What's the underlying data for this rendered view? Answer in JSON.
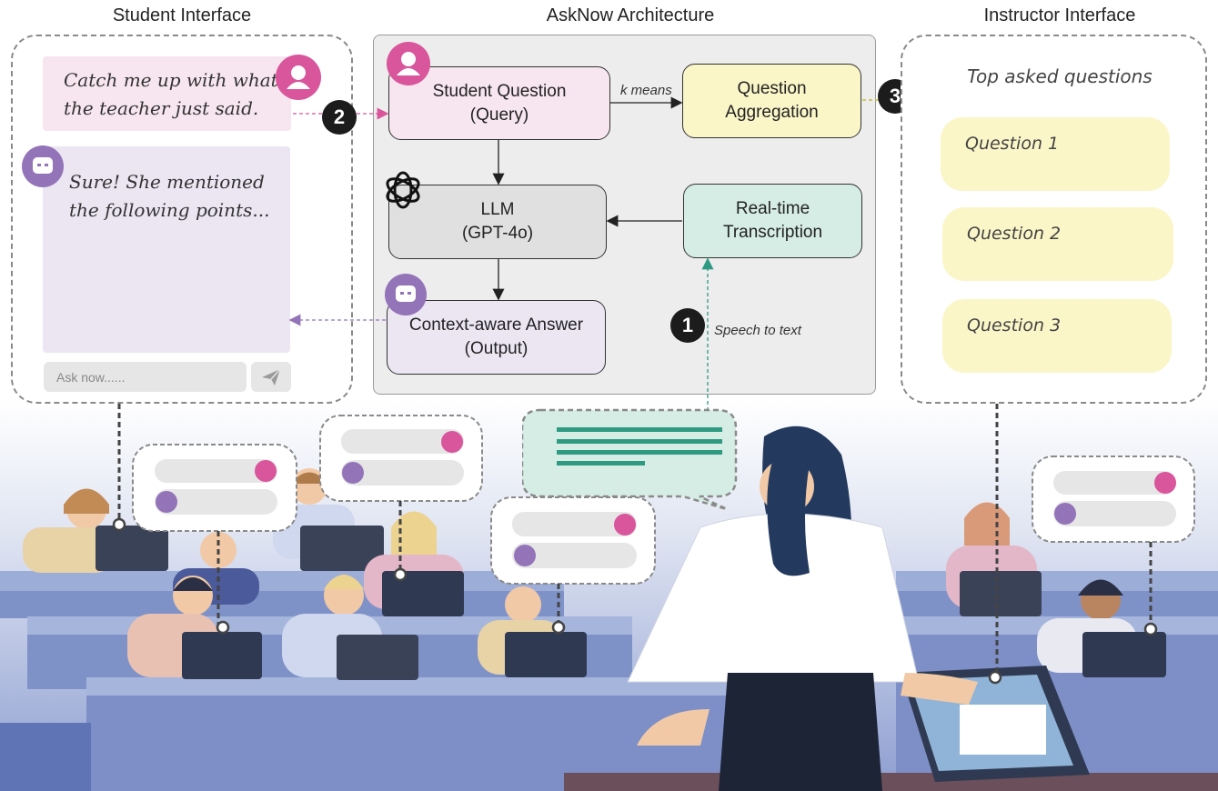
{
  "titles": {
    "student": "Student Interface",
    "architecture": "AskNow Architecture",
    "instructor": "Instructor Interface"
  },
  "student_ui": {
    "user_message": "Catch me up with what the teacher just said.",
    "bot_message": "Sure! She mentioned the following points...",
    "input_placeholder": "Ask now......",
    "send_icon": "send-icon"
  },
  "architecture": {
    "student_question": [
      "Student Question",
      "(Query)"
    ],
    "question_aggregation": [
      "Question",
      "Aggregation"
    ],
    "llm": [
      "LLM",
      "(GPT-4o)"
    ],
    "transcription": [
      "Real-time",
      "Transcription"
    ],
    "answer": [
      "Context-aware Answer",
      "(Output)"
    ],
    "kmeans_label": "k means",
    "speech_label": "Speech to text"
  },
  "steps": [
    "1",
    "2",
    "3"
  ],
  "instructor_ui": {
    "heading": "Top asked questions",
    "questions": [
      "Question 1",
      "Question 2",
      "Question 3"
    ]
  },
  "colors": {
    "pink": "#f7e6ef",
    "pink_avatar": "#d9559c",
    "purple_avatar": "#9474b8",
    "lavender": "#ebe6f2",
    "yellow": "#fbf6c8",
    "mint": "#d6ede5",
    "teal": "#2e9a82",
    "olive": "#b8b41e"
  }
}
